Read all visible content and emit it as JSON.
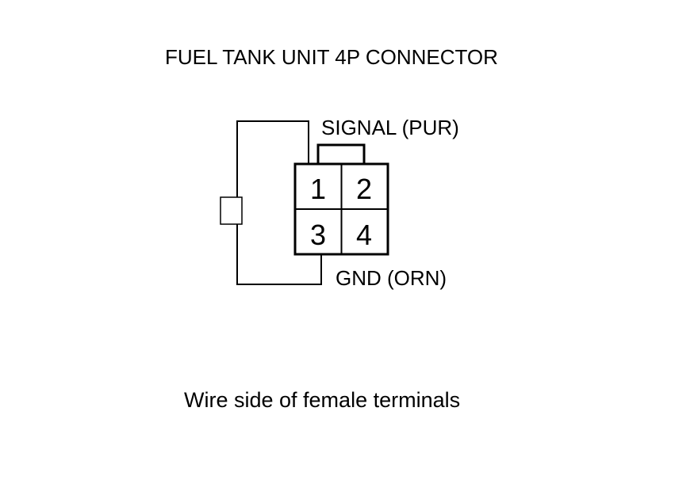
{
  "title": "FUEL TANK UNIT 4P CONNECTOR",
  "connector": {
    "pins": [
      "1",
      "2",
      "3",
      "4"
    ]
  },
  "labels": {
    "signal": "SIGNAL (PUR)",
    "ground": "GND (ORN)"
  },
  "caption": "Wire side of female terminals"
}
